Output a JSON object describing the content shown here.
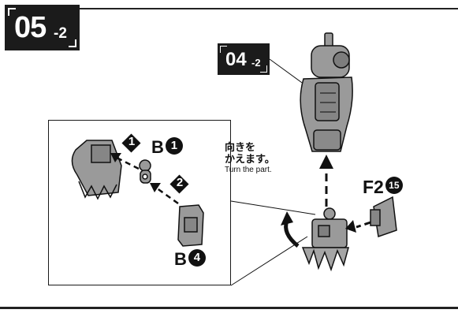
{
  "step": {
    "number": "05",
    "sub": "-2"
  },
  "reference": {
    "number": "04",
    "sub": "-2"
  },
  "detail": {
    "step1_marker": "1",
    "step2_marker": "2",
    "part_b1": {
      "letter": "B",
      "num": "1"
    },
    "part_b4": {
      "letter": "B",
      "num": "4"
    }
  },
  "instruction": {
    "jp_line1": "向きを",
    "jp_line2": "かえます。",
    "en": "Turn the part."
  },
  "part_f2": {
    "letter": "F2",
    "num": "15"
  },
  "colors": {
    "label_bg": "#1b1b1b",
    "part_gray": "#9a9a9a",
    "line": "#111111"
  }
}
